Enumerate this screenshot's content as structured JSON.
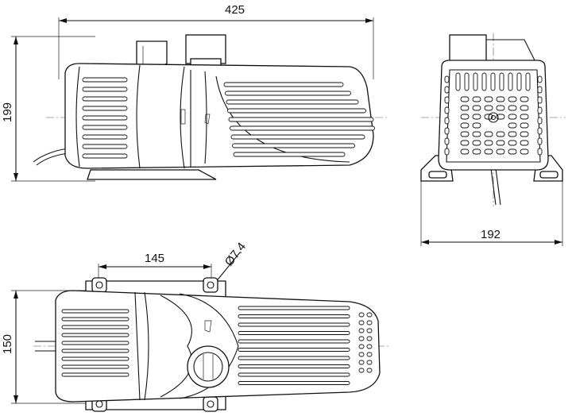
{
  "dimensions": {
    "length": "425",
    "height": "199",
    "width": "192",
    "mount_spacing": "145",
    "depth": "150",
    "hole": "Ø7.4"
  }
}
